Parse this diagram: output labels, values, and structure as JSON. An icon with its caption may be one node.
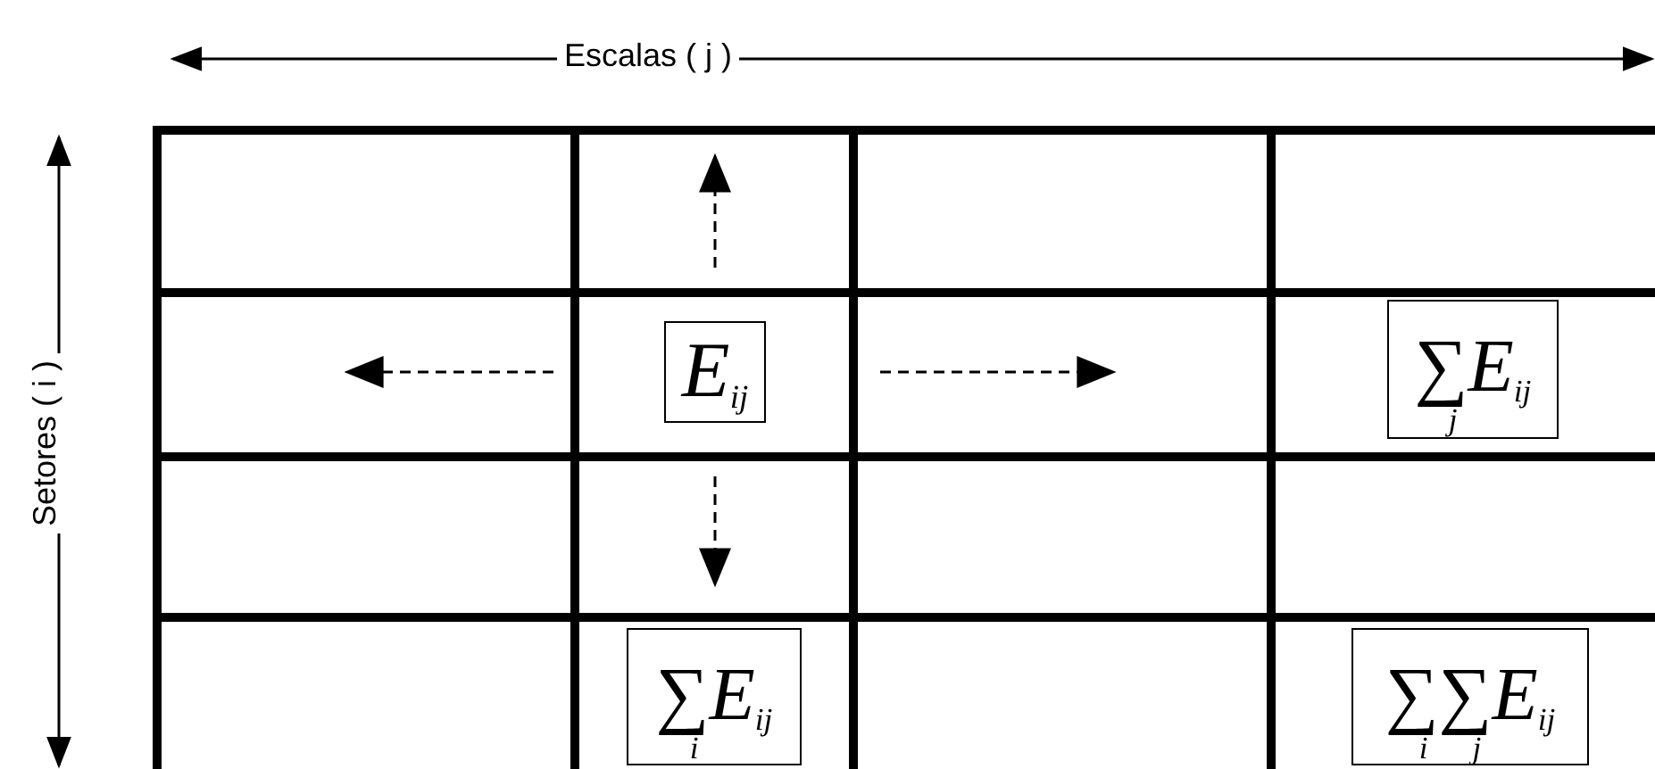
{
  "diagram": {
    "nodes": [
      {
        "text": [
          "*E*$_{ij}$"
        ]
      },
      {
        "text": [
          "∑$_{j}$*E*$_{ij}$"
        ]
      },
      {
        "text": [
          "∑$_{i}$*E*$_{ij}$"
        ]
      },
      {
        "text": [
          "∑$_{i}$∑$_{j}$*E*$_{ij}$"
        ]
      }
    ],
    "labels": [
      "Escalas ( j )",
      "Setores ( i )"
    ]
  }
}
